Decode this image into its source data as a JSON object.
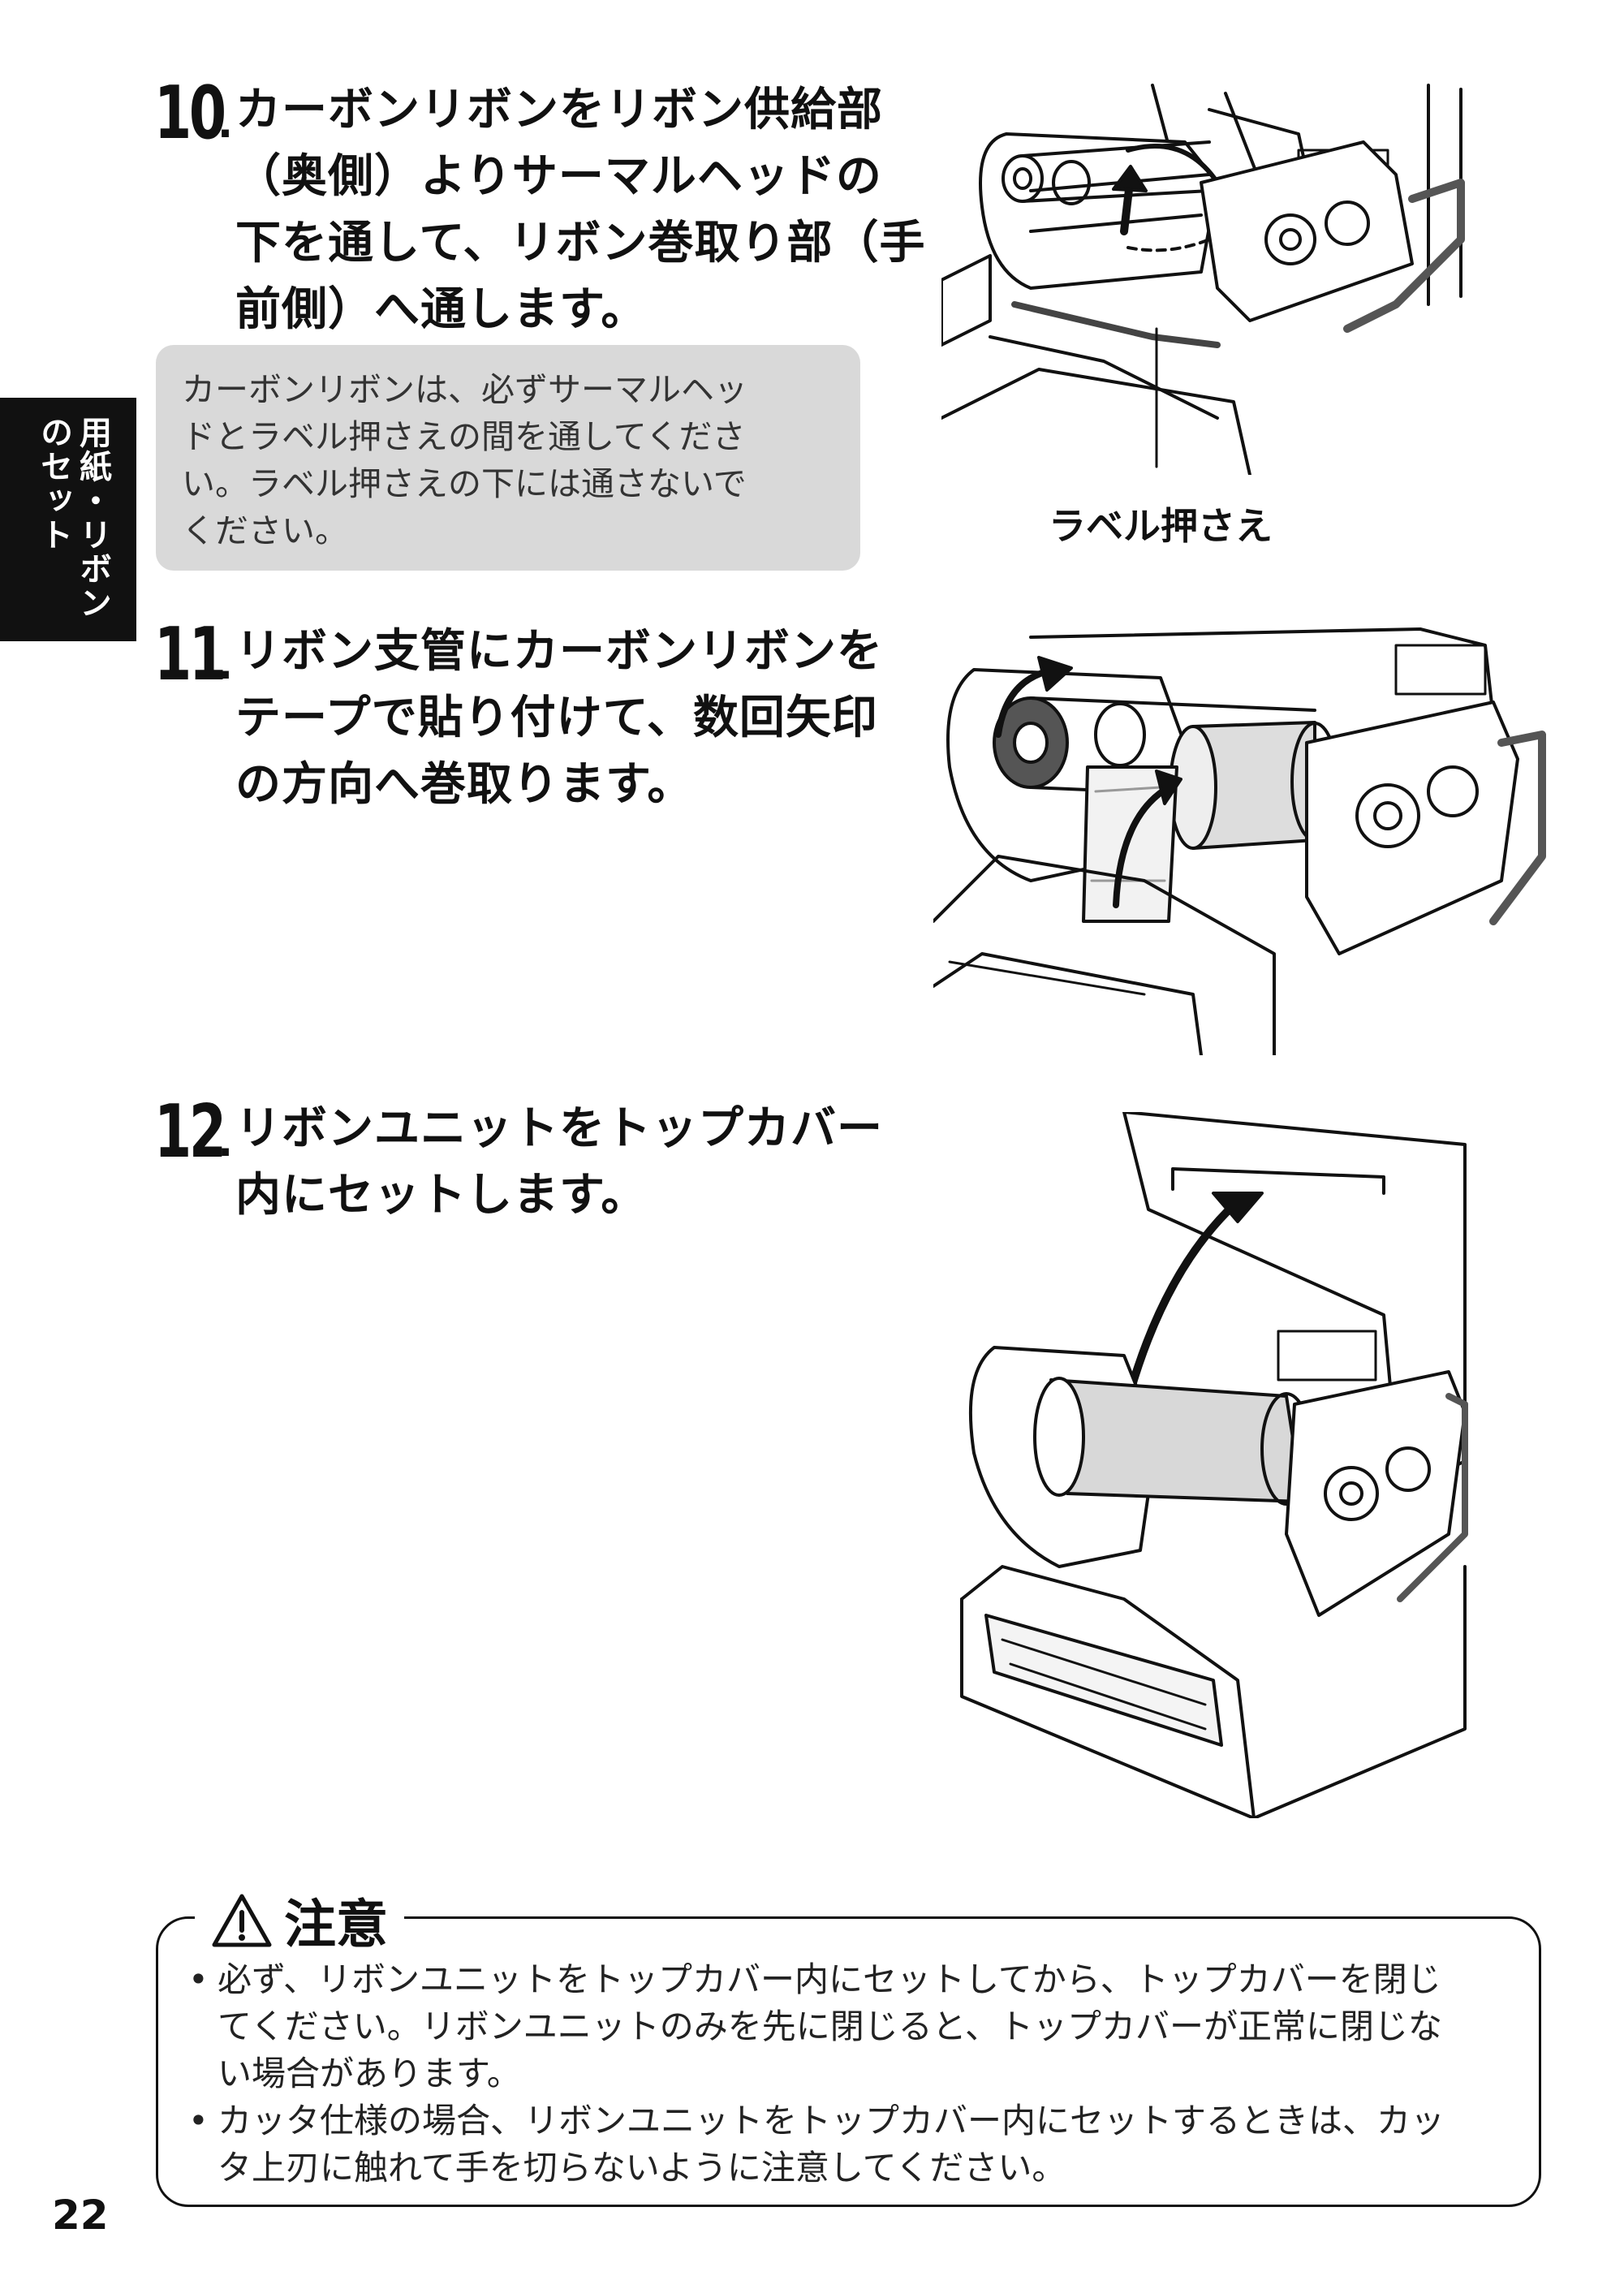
{
  "side_tab": {
    "line1": "用紙・リボン",
    "line2": "のセット"
  },
  "steps": [
    {
      "num": "10",
      "dot": ".",
      "lines": [
        "カーボンリボンをリボン供給部",
        "（奥側）よりサーマルヘッドの",
        "下を通して、リボン巻取り部（手",
        "前側）へ通します。"
      ]
    },
    {
      "num": "11",
      "dot": ".",
      "lines": [
        "リボン支管にカーボンリボンを",
        "テープで貼り付けて、数回矢印",
        "の方向へ巻取ります。"
      ]
    },
    {
      "num": "12",
      "dot": ".",
      "lines": [
        "リボンユニットをトップカバー",
        "内にセットします。"
      ]
    }
  ],
  "note": {
    "lines": [
      "カーボンリボンは、必ずサーマルヘッ",
      "ドとラベル押さえの間を通してくださ",
      "い。ラベル押さえの下には通さないで",
      "ください。"
    ]
  },
  "callout_label": "ラベル押さえ",
  "caution": {
    "title": "注意",
    "items": [
      {
        "bullet": "•",
        "lines": [
          "必ず、リボンユニットをトップカバー内にセットしてから、トップカバーを閉じ",
          "てください。リボンユニットのみを先に閉じると、トップカバーが正常に閉じな",
          "い場合があります。"
        ]
      },
      {
        "bullet": "•",
        "lines": [
          "カッタ仕様の場合、リボンユニットをトップカバー内にセットするときは、カッ",
          "タ上刃に触れて手を切らないように注意してください。"
        ]
      }
    ]
  },
  "page_number": "22",
  "colors": {
    "text": "#111111",
    "note_bg": "#d9d9d9",
    "tab_bg": "#111111"
  }
}
